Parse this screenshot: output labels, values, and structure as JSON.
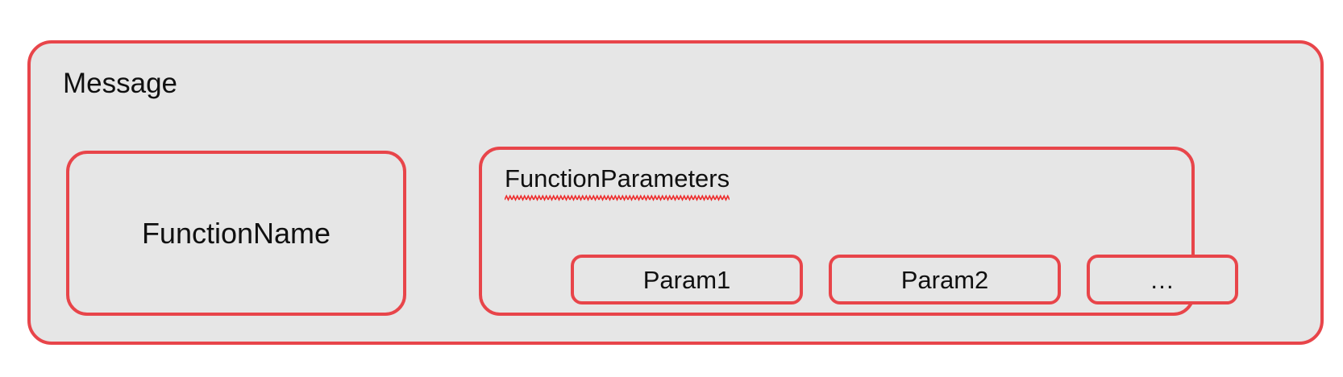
{
  "theme": {
    "accent": "#e8454a",
    "box_fill": "#e6e6e6",
    "page_background": "#ffffff",
    "text_color": "#101010",
    "spellcheck_underline_color": "#ee2b2b"
  },
  "diagram": {
    "type": "nested-block-diagram",
    "root": {
      "label": "Message"
    },
    "blocks": [
      {
        "name": "function-name",
        "label": "FunctionName",
        "spellchecked": false
      },
      {
        "name": "function-parameters",
        "label": "FunctionParameters",
        "spellchecked": true
      }
    ],
    "parameters": [
      {
        "label": "Param1"
      },
      {
        "label": "Param2"
      },
      {
        "label": "…"
      }
    ]
  }
}
